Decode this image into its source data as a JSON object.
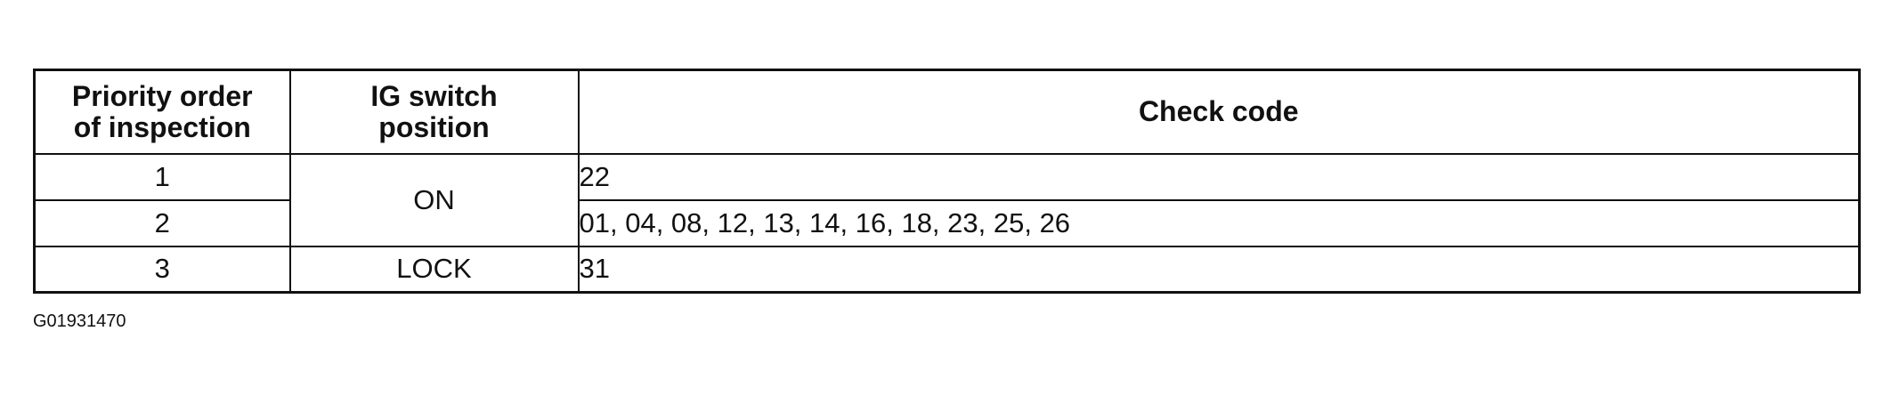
{
  "table": {
    "headers": {
      "priority_line1": "Priority order",
      "priority_line2": "of inspection",
      "ig_line1": "IG switch",
      "ig_line2": "position",
      "check_code": "Check code"
    },
    "rows": [
      {
        "priority": "1",
        "ig_position": "ON",
        "check_code": "22"
      },
      {
        "priority": "2",
        "ig_position": "ON",
        "check_code": "01, 04, 08, 12, 13, 14, 16, 18, 23, 25, 26"
      },
      {
        "priority": "3",
        "ig_position": "LOCK",
        "check_code": "31"
      }
    ]
  },
  "figure_id": "G01931470"
}
